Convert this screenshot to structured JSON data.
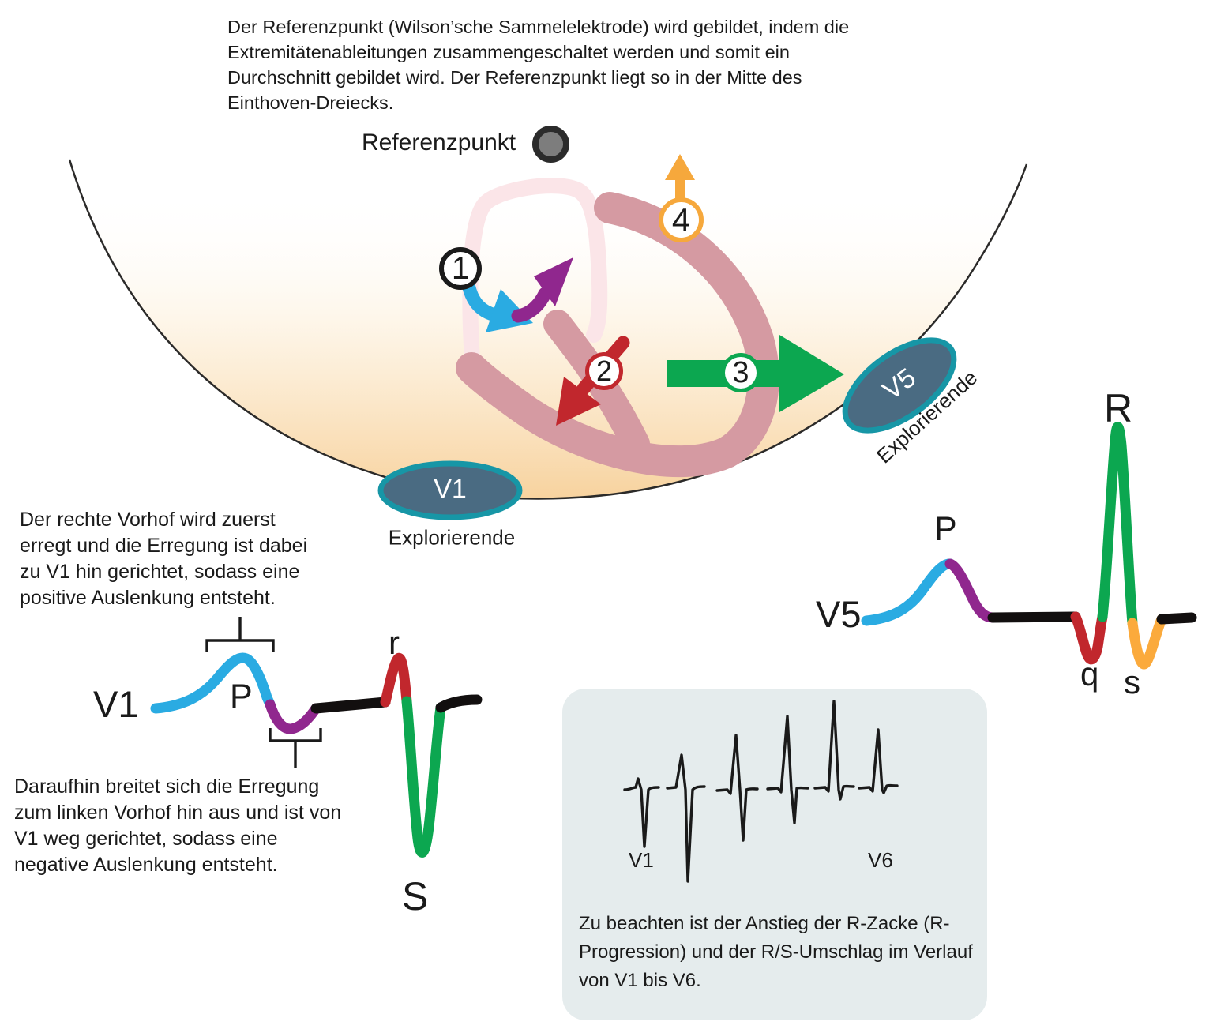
{
  "intro": {
    "text": "Der Referenzpunkt (Wilson’sche Sammelelektrode) wird gebildet, indem die\nExtremitätenableitungen zusammengeschaltet werden und somit ein\nDurchschnitt gebildet wird. Der Referenzpunkt liegt so in der Mitte des\nEinthoven-Dreiecks."
  },
  "reference_point": {
    "label": "Referenzpunkt"
  },
  "markers": {
    "m1": "1",
    "m2": "2",
    "m3": "3",
    "m4": "4"
  },
  "electrodes": {
    "v1": {
      "label": "V1",
      "sublabel": "Explorierende"
    },
    "v5": {
      "label": "V5",
      "sublabel": "Explorierende"
    }
  },
  "annotations": {
    "right_atrium": "Der rechte Vorhof wird zuerst\nerregt und die Erregung ist dabei\nzu V1 hin gerichtet, sodass eine\npositive Auslenkung entsteht.",
    "left_atrium": "Daraufhin breitet sich die Erregung\nzum linken Vorhof hin aus und ist von\nV1 weg gerichtet, sodass eine\nnegative Auslenkung entsteht."
  },
  "ecg_v1": {
    "lead": "V1",
    "p": "P",
    "r": "r",
    "s": "S"
  },
  "ecg_v5": {
    "lead": "V5",
    "p": "P",
    "q": "q",
    "r": "R",
    "s": "s"
  },
  "progression_box": {
    "lead_first": "V1",
    "lead_last": "V6",
    "caption": "Zu beachten ist der Anstieg der R-Zacke (R-\nProgression) und der R/S-Umschlag im Verlauf\nvon V1 bis V6."
  },
  "colors": {
    "p_wave_blue": "#2aabe2",
    "left_atrium_purple": "#90278e",
    "q_wave_red": "#c1272d",
    "r_wave_green": "#0ca750",
    "s_wave_orange": "#fbaa3c",
    "basal_orange": "#f6a83c",
    "heart_muscle_pink": "#d59aa2",
    "atria_pale_pink": "#fbe5e8",
    "electrode_fill": "#4a6b82",
    "electrode_ring": "#1796a6",
    "torso_peach": "#f7d099",
    "box_bg": "#e5eced",
    "ink": "#1a1a1a"
  }
}
